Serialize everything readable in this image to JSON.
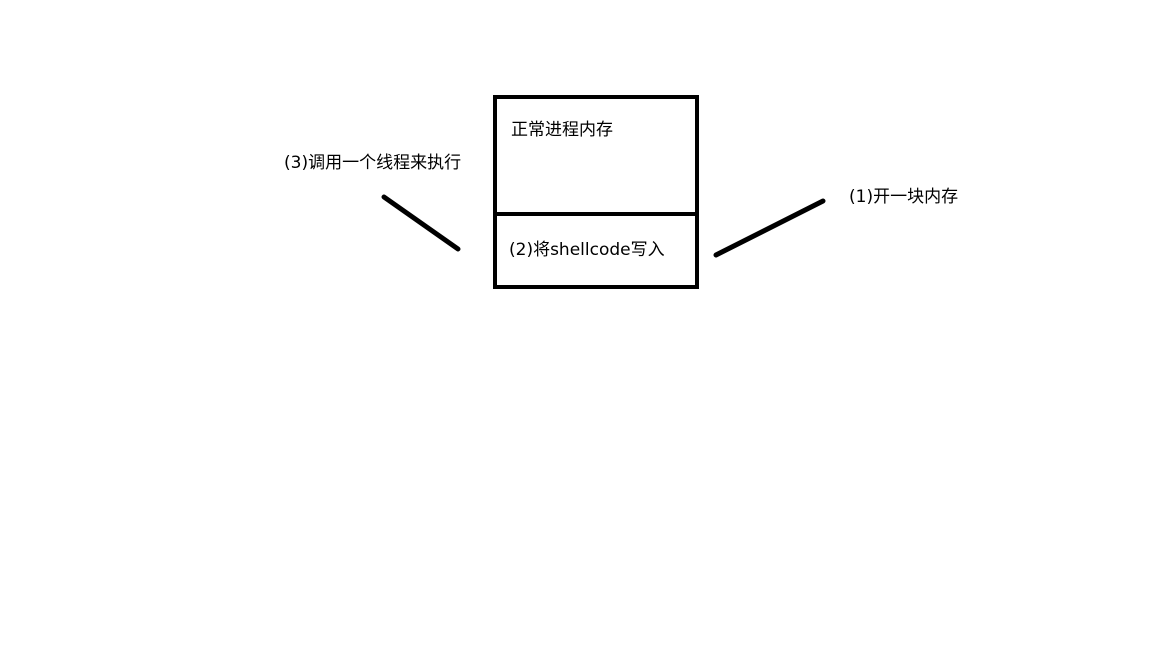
{
  "diagram": {
    "memory_box": {
      "upper_label": "正常进程内存",
      "lower_label": "(2)将shellcode写入"
    },
    "left_annotation": "(3)调用一个线程来执行",
    "right_annotation": "(1)开一块内存"
  }
}
